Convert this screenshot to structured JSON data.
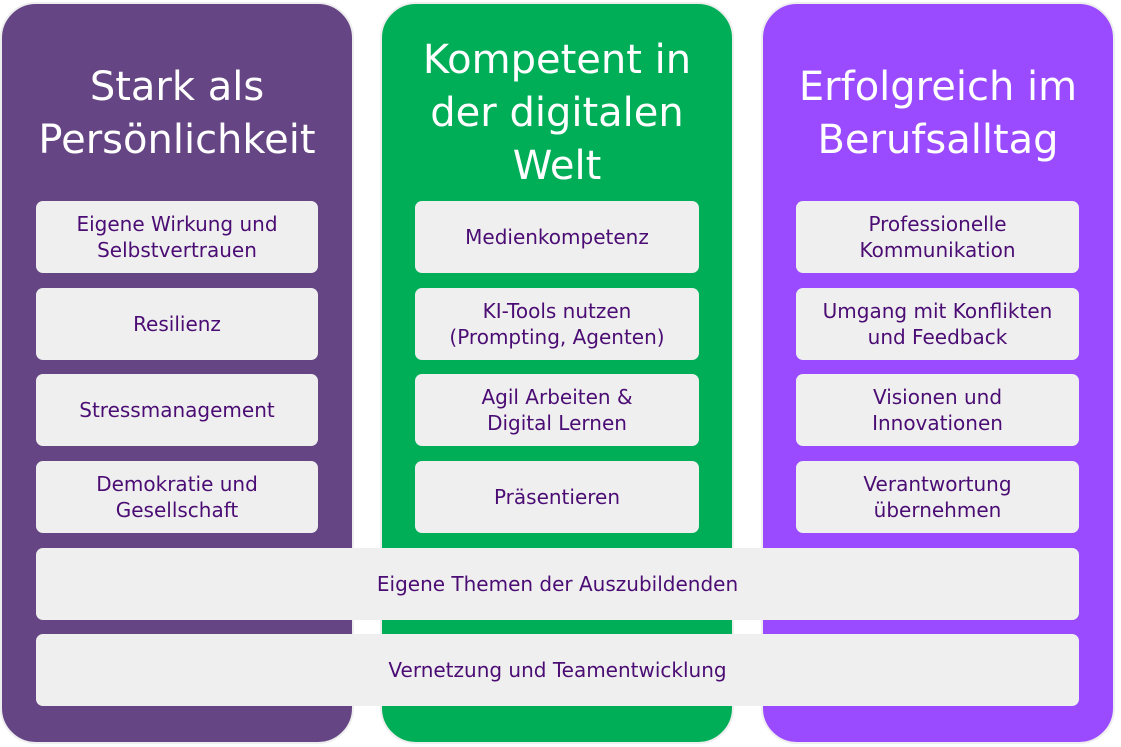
{
  "columns": [
    {
      "title": "Stark als\nPersönlichkeit",
      "color": "#654583",
      "items": [
        "Eigene Wirkung und\nSelbstvertrauen",
        "Resilienz",
        "Stressmanagement",
        "Demokratie und\nGesellschaft"
      ]
    },
    {
      "title": "Kompetent in\nder digitalen\nWelt",
      "color": "#00ae58",
      "items": [
        "Medienkompetenz",
        "KI-Tools nutzen\n(Prompting, Agenten)",
        "Agil Arbeiten &\nDigital Lernen",
        "Präsentieren"
      ]
    },
    {
      "title": "Erfolgreich im\nBerufsalltag",
      "color": "#9a4aff",
      "items": [
        "Professionelle\nKommunikation",
        "Umgang mit Konflikten\nund Feedback",
        "Visionen und\nInnovationen",
        "Verantwortung\nübernehmen"
      ]
    }
  ],
  "shared": [
    "Eigene Themen der Auszubildenden",
    "Vernetzung und Teamentwicklung"
  ]
}
